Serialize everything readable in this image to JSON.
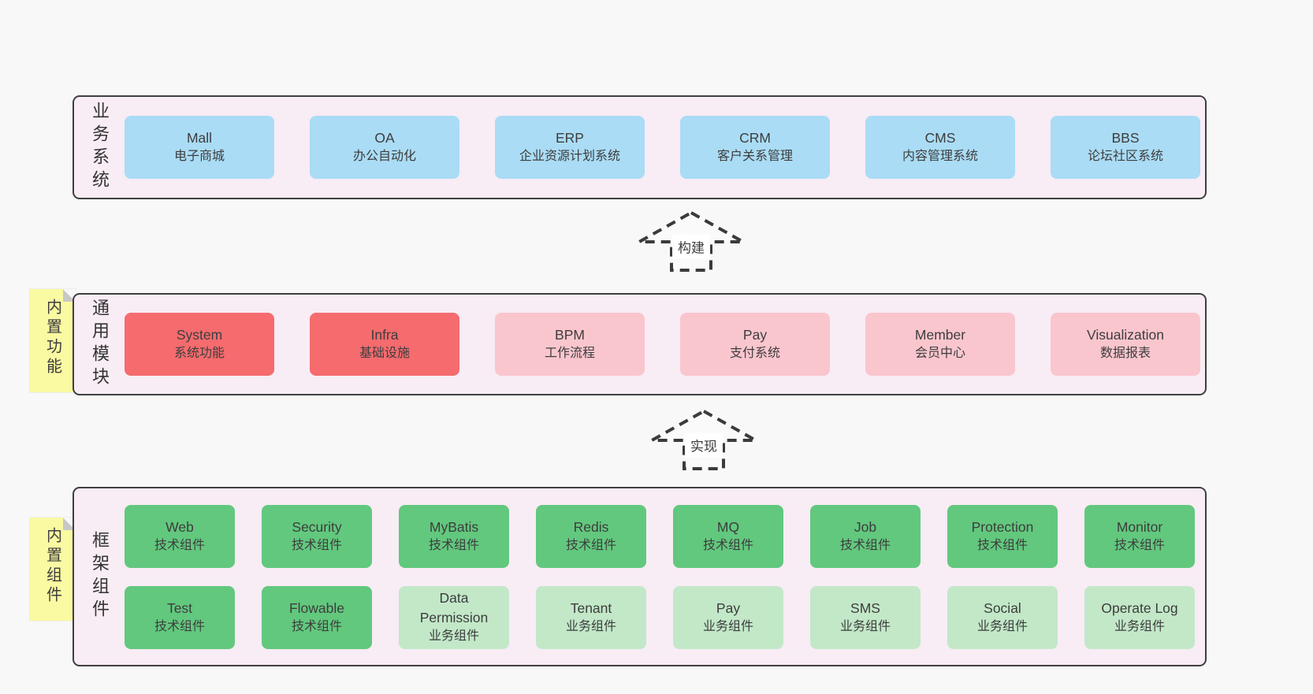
{
  "colors": {
    "page_bg": "#f8f8f8",
    "band_bg": "#f8ecf5",
    "border": "#3f3f3f",
    "text": "#3d3d3d",
    "note": "#fafaa2",
    "fold": "#c8c8c8",
    "arrow_dash": "#3b3b3b",
    "blue": "#aadcf5",
    "red": "#f56b6e",
    "pink": "#fac6ce",
    "green": "#62c87e",
    "lightgreen": "#c2e8c8"
  },
  "arrows": [
    {
      "label": "构建"
    },
    {
      "label": "实现"
    }
  ],
  "bands": [
    {
      "id": "business-systems",
      "label": "业务系统",
      "rows": [
        [
          {
            "name": "Mall",
            "desc": "电子商城",
            "variant": "blue"
          },
          {
            "name": "OA",
            "desc": "办公自动化",
            "variant": "blue"
          },
          {
            "name": "ERP",
            "desc": "企业资源计划系统",
            "variant": "blue"
          },
          {
            "name": "CRM",
            "desc": "客户关系管理",
            "variant": "blue"
          },
          {
            "name": "CMS",
            "desc": "内容管理系统",
            "variant": "blue"
          },
          {
            "name": "BBS",
            "desc": "论坛社区系统",
            "variant": "blue"
          }
        ]
      ]
    },
    {
      "id": "common-modules",
      "label": "通用模块",
      "note": "内置功能",
      "rows": [
        [
          {
            "name": "System",
            "desc": "系统功能",
            "variant": "red"
          },
          {
            "name": "Infra",
            "desc": "基础设施",
            "variant": "red"
          },
          {
            "name": "BPM",
            "desc": "工作流程",
            "variant": "pink"
          },
          {
            "name": "Pay",
            "desc": "支付系统",
            "variant": "pink"
          },
          {
            "name": "Member",
            "desc": "会员中心",
            "variant": "pink"
          },
          {
            "name": "Visualization",
            "desc": "数据报表",
            "variant": "pink"
          }
        ]
      ]
    },
    {
      "id": "framework-components",
      "label": "框架组件",
      "note": "内置组件",
      "rows": [
        [
          {
            "name": "Web",
            "desc": "技术组件",
            "variant": "green"
          },
          {
            "name": "Security",
            "desc": "技术组件",
            "variant": "green"
          },
          {
            "name": "MyBatis",
            "desc": "技术组件",
            "variant": "green"
          },
          {
            "name": "Redis",
            "desc": "技术组件",
            "variant": "green"
          },
          {
            "name": "MQ",
            "desc": "技术组件",
            "variant": "green"
          },
          {
            "name": "Job",
            "desc": "技术组件",
            "variant": "green"
          },
          {
            "name": "Protection",
            "desc": "技术组件",
            "variant": "green"
          },
          {
            "name": "Monitor",
            "desc": "技术组件",
            "variant": "green"
          }
        ],
        [
          {
            "name": "Test",
            "desc": "技术组件",
            "variant": "green"
          },
          {
            "name": "Flowable",
            "desc": "技术组件",
            "variant": "green"
          },
          {
            "name": "Data Permission",
            "desc": "业务组件",
            "variant": "lightgreen"
          },
          {
            "name": "Tenant",
            "desc": "业务组件",
            "variant": "lightgreen"
          },
          {
            "name": "Pay",
            "desc": "业务组件",
            "variant": "lightgreen"
          },
          {
            "name": "SMS",
            "desc": "业务组件",
            "variant": "lightgreen"
          },
          {
            "name": "Social",
            "desc": "业务组件",
            "variant": "lightgreen"
          },
          {
            "name": "Operate Log",
            "desc": "业务组件",
            "variant": "lightgreen"
          }
        ]
      ]
    }
  ]
}
